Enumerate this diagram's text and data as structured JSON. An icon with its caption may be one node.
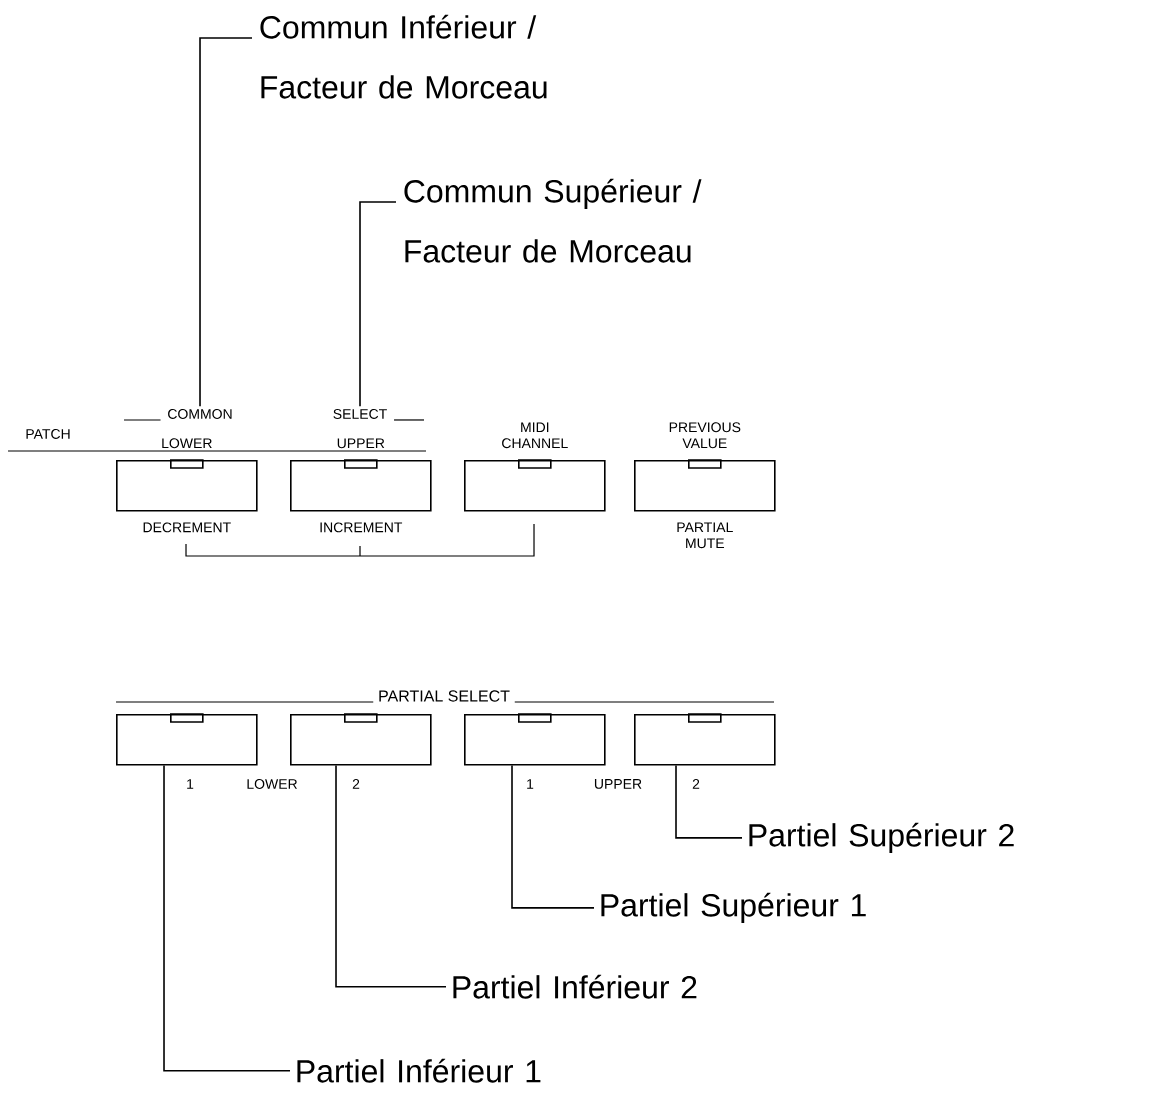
{
  "diagram": {
    "nodes": [
      {
        "text": [
          "Commun Inférieur / Facteur de Morceau"
        ]
      },
      {
        "text": [
          "Commun Supérieur / Facteur de Morceau"
        ]
      },
      {
        "text": [
          "COMMON"
        ]
      },
      {
        "text": [
          "SELECT"
        ]
      },
      {
        "text": [
          "LOWER",
          "DECREMENT"
        ]
      },
      {
        "text": [
          "UPPER",
          "INCREMENT"
        ]
      },
      {
        "text": [
          "MIDI CHANNEL"
        ]
      },
      {
        "text": [
          "PREVIOUS VALUE",
          "PARTIAL MUTE"
        ]
      },
      {
        "text": [],
        "shape": "box"
      },
      {
        "text": [],
        "shape": "box"
      },
      {
        "text": [],
        "shape": "box"
      },
      {
        "text": [],
        "shape": "box"
      },
      {
        "text": [
          "Partiel Supérieur 2"
        ]
      },
      {
        "text": [
          "Partiel Supérieur 1"
        ]
      },
      {
        "text": [
          "Partiel Inférieur 2"
        ]
      },
      {
        "text": [
          "Partiel Inférieur 1"
        ]
      }
    ],
    "edges": [
      {
        "from": 0,
        "to": 2,
        "arrow": "none"
      },
      {
        "from": 1,
        "to": 3,
        "arrow": "none"
      },
      {
        "from": 12,
        "to": 11,
        "arrow": "none"
      },
      {
        "from": 13,
        "to": 10,
        "arrow": "none"
      },
      {
        "from": 14,
        "to": 9,
        "arrow": "none"
      },
      {
        "from": 15,
        "to": 8,
        "arrow": "none"
      }
    ],
    "labels": [
      "PATCH",
      "PARTIAL SELECT",
      "1",
      "LOWER",
      "2",
      "1",
      "UPPER",
      "2"
    ]
  }
}
